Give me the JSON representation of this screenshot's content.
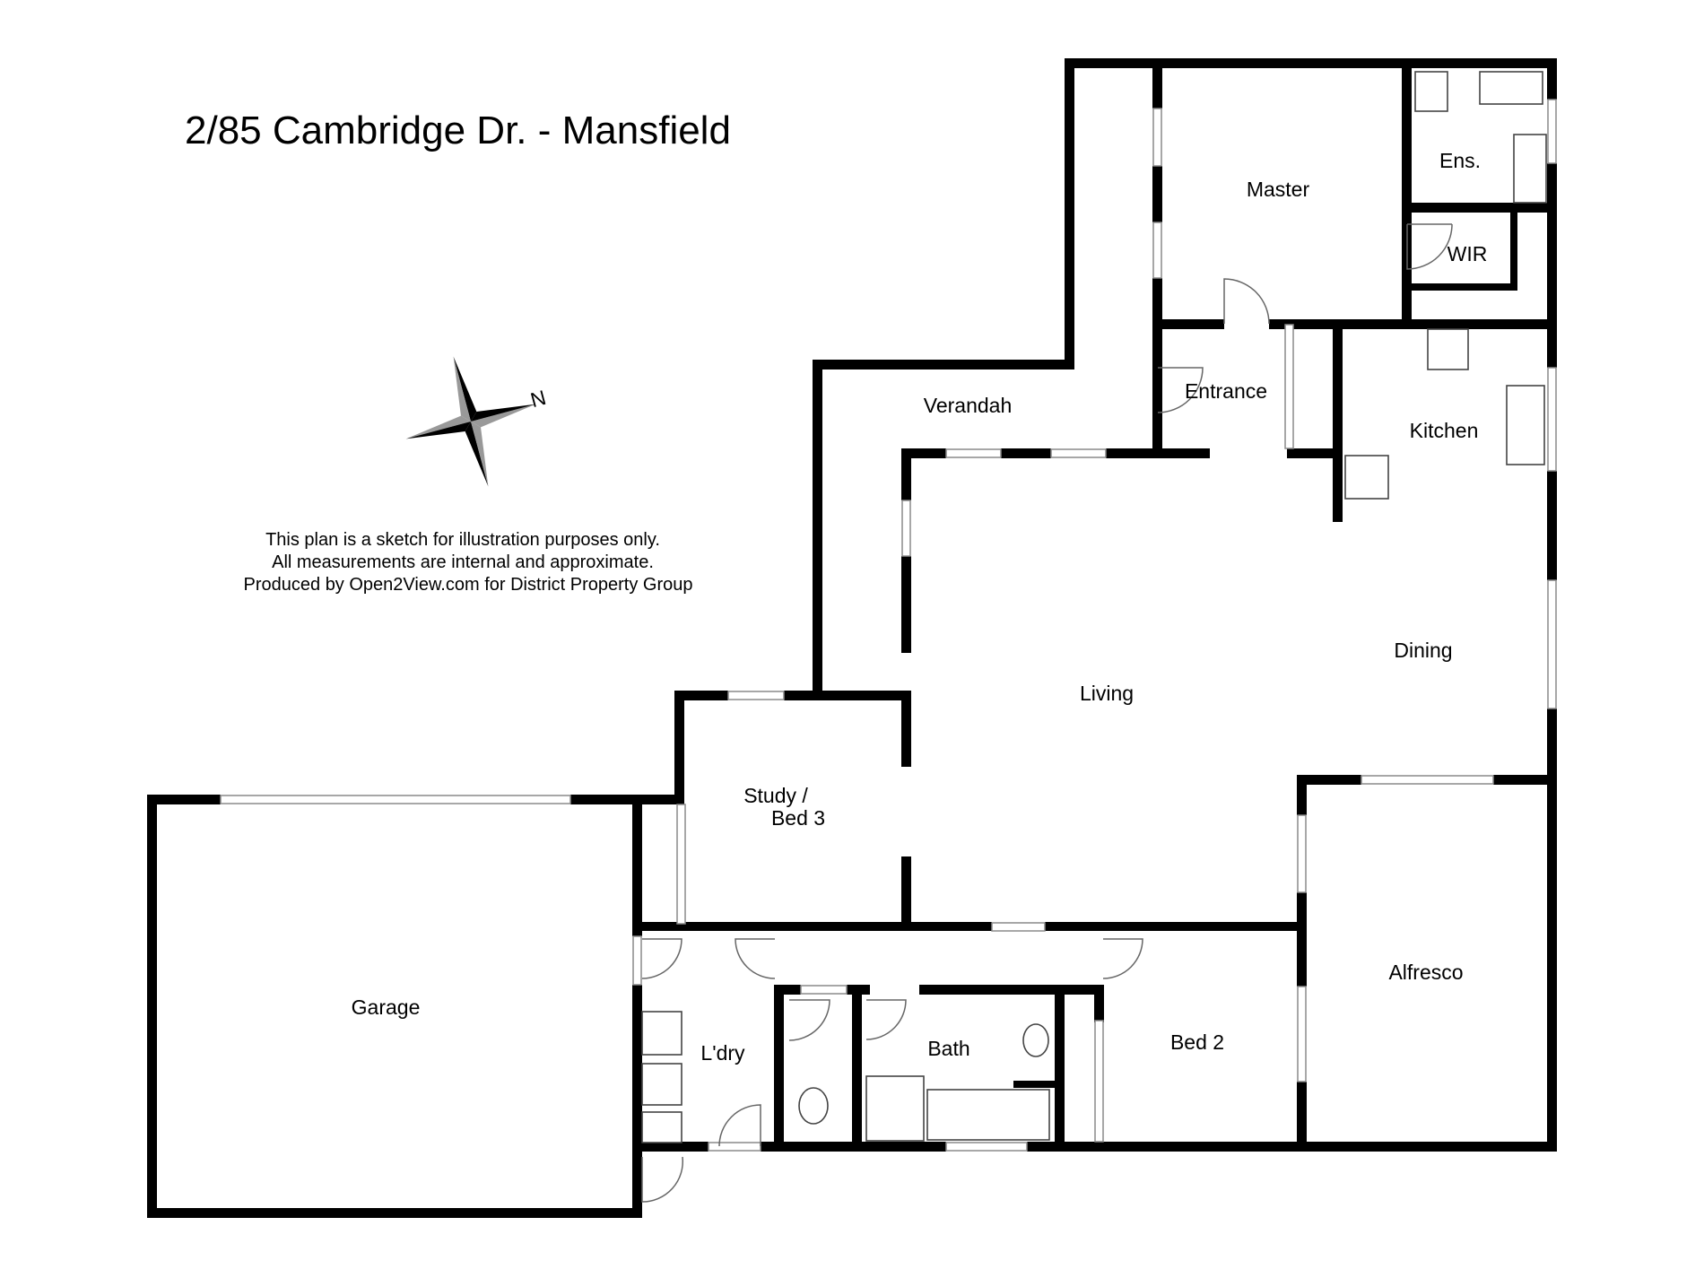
{
  "title": "2/85 Cambridge Dr. - Mansfield",
  "disclaimer": [
    "This plan is a sketch for illustration purposes only.",
    "All measurements are internal and approximate.",
    "Produced by Open2View.com for District Property Group"
  ],
  "compass": {
    "north_label": "N"
  },
  "rooms": {
    "master": "Master",
    "ensuite": "Ens.",
    "wir": "WIR",
    "verandah": "Verandah",
    "entrance": "Entrance",
    "kitchen": "Kitchen",
    "dining": "Dining",
    "living": "Living",
    "study_line1": "Study /",
    "study_line2": "Bed 3",
    "garage": "Garage",
    "laundry": "L'dry",
    "bath": "Bath",
    "bed2": "Bed 2",
    "alfresco": "Alfresco"
  },
  "colors": {
    "wall": "#000000",
    "background": "#ffffff",
    "window": "#8a8a8a"
  }
}
